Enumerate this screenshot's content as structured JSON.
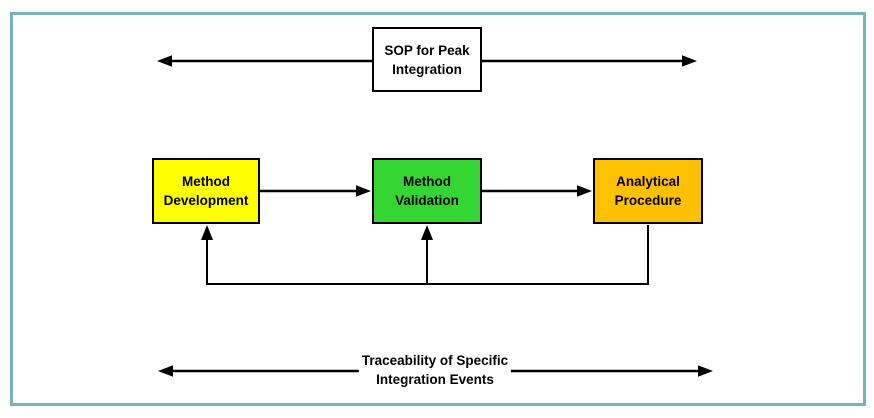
{
  "frame": {
    "border_color": "#74B4BB",
    "background_color": "#FFFFFF"
  },
  "arrow_color": "#000000",
  "top_scope": {
    "box": {
      "line1": "SOP for Peak",
      "line2": "Integration",
      "fill": "#FFFFFF",
      "border_color": "#000000"
    }
  },
  "process_flow": {
    "boxes": [
      {
        "label": "Method Development",
        "fill": "#FFFF00"
      },
      {
        "label": "Method Validation",
        "fill": "#33D633"
      },
      {
        "label": "Analytical Procedure",
        "fill": "#FFC000"
      }
    ]
  },
  "bottom_scope": {
    "line1": "Traceability of Specific",
    "line2": "Integration Events"
  }
}
